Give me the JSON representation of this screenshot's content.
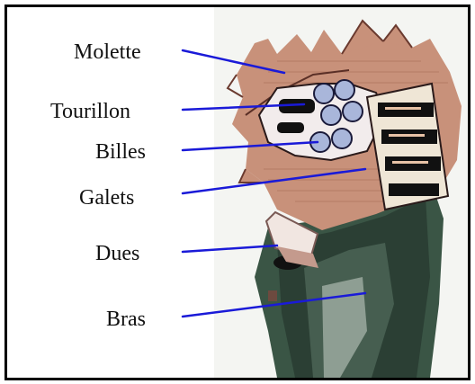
{
  "labels": {
    "molette": "Molette",
    "tourillon": "Tourillon",
    "billes": "Billes",
    "galets": "Galets",
    "dues": "Dues",
    "bras": "Bras"
  },
  "colors": {
    "pointer_line": "#1a1ad8",
    "cutter_body": "#c8917a",
    "arm": "#2f4a3a",
    "border": "#000000"
  }
}
